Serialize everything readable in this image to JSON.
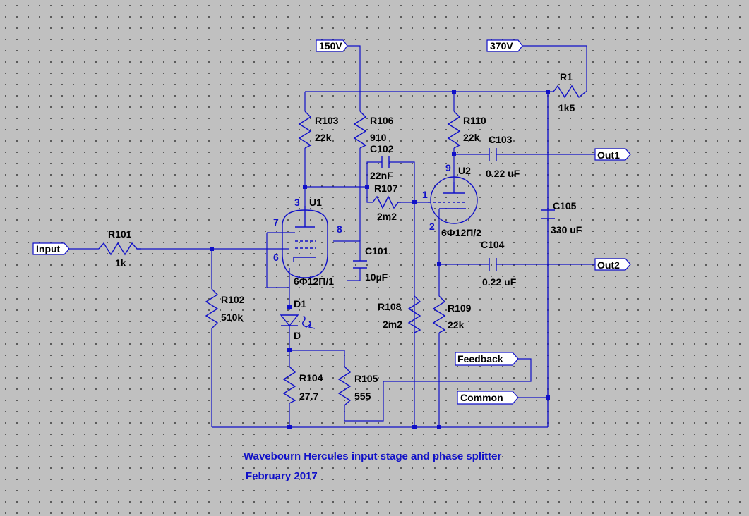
{
  "ports": {
    "v150": "150V",
    "v370": "370V",
    "input": "Input",
    "out1": "Out1",
    "out2": "Out2",
    "feedback": "Feedback",
    "common": "Common"
  },
  "components": {
    "r1": {
      "ref": "R1",
      "value": "1k5"
    },
    "r101": {
      "ref": "R101",
      "value": "1k"
    },
    "r102": {
      "ref": "R102",
      "value": "510k"
    },
    "r103": {
      "ref": "R103",
      "value": "22k"
    },
    "r104": {
      "ref": "R104",
      "value": "27.7"
    },
    "r105": {
      "ref": "R105",
      "value": "555"
    },
    "r106": {
      "ref": "R106",
      "value": "910"
    },
    "r107": {
      "ref": "R107",
      "value": "2m2"
    },
    "r108": {
      "ref": "R108",
      "value": "2m2"
    },
    "r109": {
      "ref": "R109",
      "value": "22k"
    },
    "r110": {
      "ref": "R110",
      "value": "22k"
    },
    "c101": {
      "ref": "C101",
      "value": "10µF"
    },
    "c102": {
      "ref": "C102",
      "value": "22nF"
    },
    "c103": {
      "ref": "C103",
      "value": "0.22 uF"
    },
    "c104": {
      "ref": "C104",
      "value": "0.22 uF"
    },
    "c105": {
      "ref": "C105",
      "value": "330 uF"
    },
    "d1": {
      "ref": "D1",
      "value": "D"
    },
    "u1": {
      "ref": "U1",
      "value": "6Ф12П/1"
    },
    "u2": {
      "ref": "U2",
      "value": "6Ф12П/2"
    }
  },
  "pins": {
    "u1_plate": "3",
    "u1_g2": "7",
    "u1_g1": "8",
    "u1_cath": "6",
    "u2_plate": "9",
    "u2_grid": "1",
    "u2_cath": "2"
  },
  "caption": {
    "line1": "Wavebourn Hercules input stage and phase splitter",
    "line2": "February 2017"
  },
  "colors": {
    "wire": "#1010c8",
    "background": "#c0c0c0",
    "grid_dot": "#4a4a4a",
    "label": "#000000"
  }
}
